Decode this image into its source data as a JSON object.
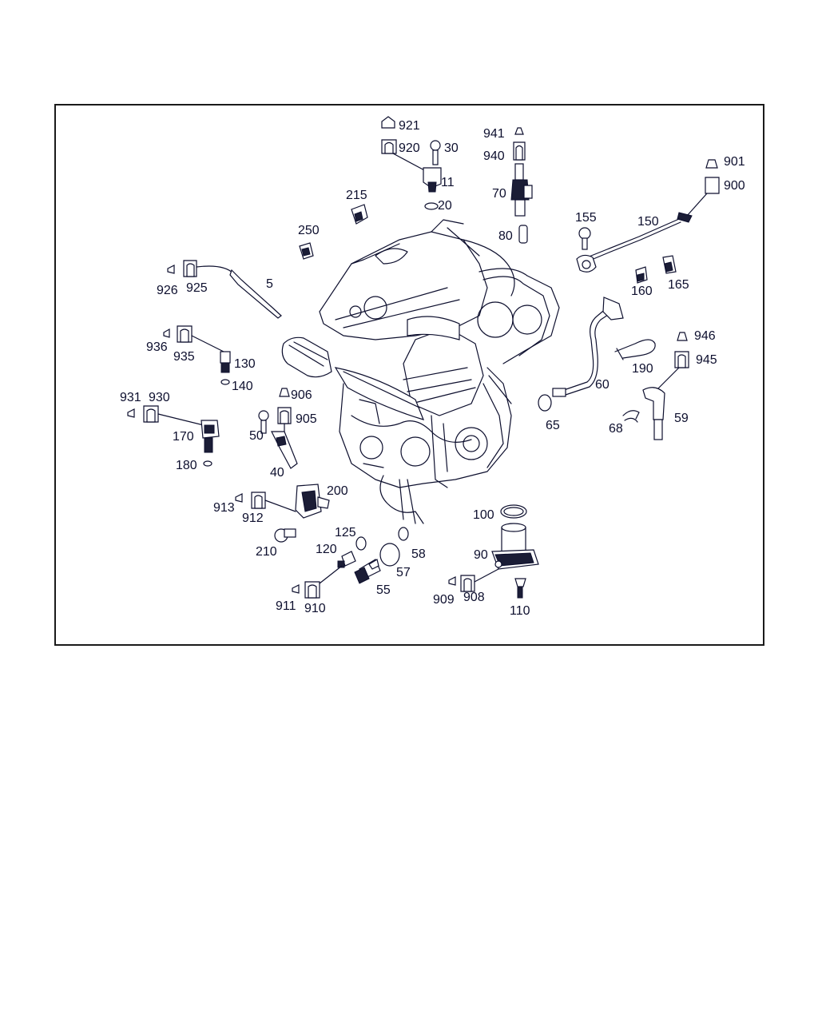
{
  "labels": {
    "l921": "921",
    "l920": "920",
    "l30": "30",
    "l11": "11",
    "l20": "20",
    "l941": "941",
    "l940": "940",
    "l70": "70",
    "l80": "80",
    "l901": "901",
    "l900": "900",
    "l155": "155",
    "l150": "150",
    "l160": "160",
    "l165": "165",
    "l215": "215",
    "l250": "250",
    "l5": "5",
    "l926": "926",
    "l925": "925",
    "l936": "936",
    "l935": "935",
    "l130": "130",
    "l140": "140",
    "l931": "931",
    "l930": "930",
    "l170": "170",
    "l180": "180",
    "l906": "906",
    "l905": "905",
    "l50": "50",
    "l40": "40",
    "l946": "946",
    "l945": "945",
    "l190": "190",
    "l60": "60",
    "l65": "65",
    "l68": "68",
    "l59": "59",
    "l913": "913",
    "l912": "912",
    "l200": "200",
    "l210": "210",
    "l125": "125",
    "l120": "120",
    "l58": "58",
    "l57": "57",
    "l55": "55",
    "l911": "911",
    "l910": "910",
    "l100": "100",
    "l90": "90",
    "l909": "909",
    "l908": "908",
    "l110": "110"
  },
  "colors": {
    "line": "#0d0f2e",
    "frame": "#1a1a1a",
    "background": "#ffffff"
  }
}
